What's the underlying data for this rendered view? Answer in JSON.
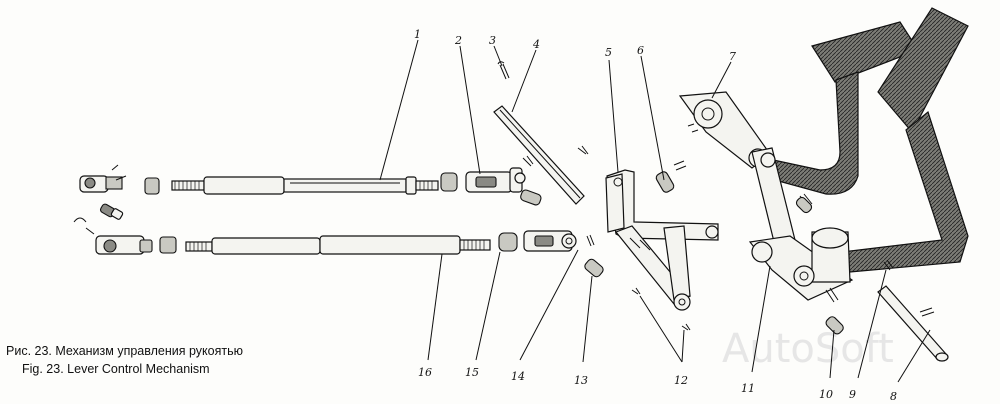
{
  "figure": {
    "caption_ru": "Рис. 23. Механизм управления рукоятью",
    "caption_en": "Fig. 23. Lever Control Mechanism",
    "watermark": "AutoSoft"
  },
  "part_labels": [
    "1",
    "2",
    "3",
    "4",
    "5",
    "6",
    "7",
    "8",
    "9",
    "10",
    "11",
    "12",
    "13",
    "14",
    "15",
    "16"
  ]
}
